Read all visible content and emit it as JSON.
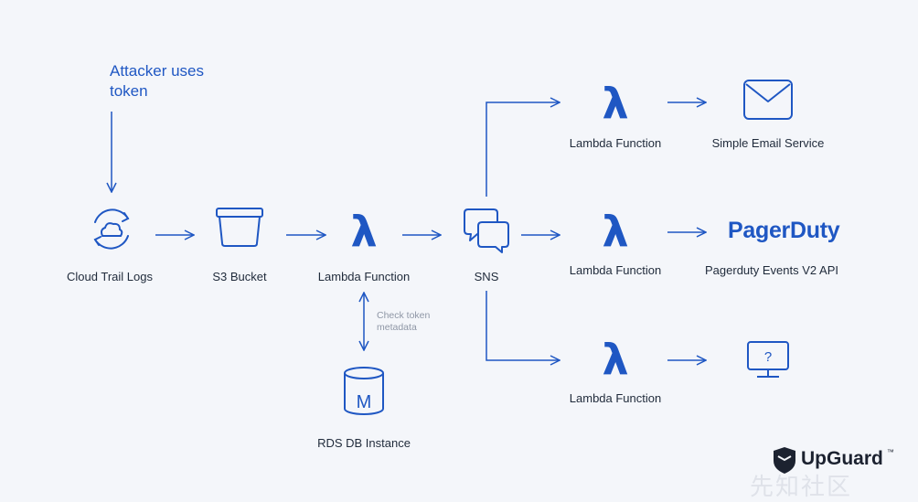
{
  "attacker": {
    "line1": "Attacker uses",
    "line2": "token"
  },
  "nodes": {
    "cloudtrail": "Cloud Trail Logs",
    "s3": "S3 Bucket",
    "lambda_main": "Lambda Function",
    "sns": "SNS",
    "rds": "RDS DB Instance",
    "lambda_top": "Lambda Function",
    "lambda_mid": "Lambda Function",
    "lambda_bot": "Lambda Function",
    "ses": "Simple Email Service",
    "pagerduty_api": "Pagerduty Events V2 API"
  },
  "note": {
    "line1": "Check token",
    "line2": "metadata"
  },
  "pagerduty_logo": "PagerDuty",
  "lambda_symbol": "λ",
  "rds_symbol": "M",
  "monitor_symbol": "?",
  "brand": {
    "name": "UpGuard",
    "tm": "™"
  },
  "watermark": "先知社区",
  "colors": {
    "accent": "#1f57c3",
    "text": "#1f2a3a",
    "muted": "#8f97a6",
    "background": "#f4f6fa"
  }
}
